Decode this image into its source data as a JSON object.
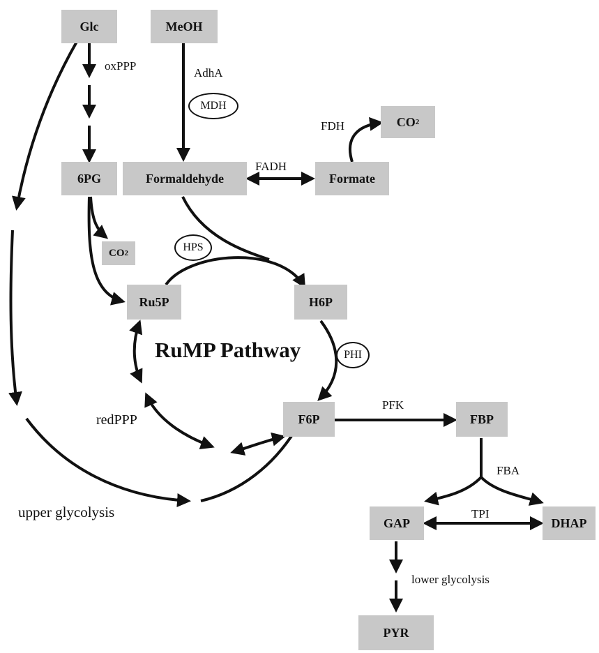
{
  "metabolites": {
    "glc": "Glc",
    "meoh": "MeOH",
    "co2_fdh": "CO",
    "co2_fdh_sub": "2",
    "pg6": "6PG",
    "formaldehyde": "Formaldehyde",
    "formate": "Formate",
    "co2_ox": "CO",
    "co2_ox_sub": "2",
    "ru5p": "Ru5P",
    "h6p": "H6P",
    "f6p": "F6P",
    "fbp": "FBP",
    "gap": "GAP",
    "dhap": "DHAP",
    "pyr": "PYR"
  },
  "enzymes": {
    "oxppp": "oxPPP",
    "adha": "AdhA",
    "mdh": "MDH",
    "fdh": "FDH",
    "fadh": "FADH",
    "hps": "HPS",
    "phi": "PHI",
    "pfk": "PFK",
    "fba": "FBA",
    "tpi": "TPI"
  },
  "pathways": {
    "rump": "RuMP Pathway",
    "redppp": "redPPP",
    "upper_glycolysis": "upper glycolysis",
    "lower_glycolysis": "lower glycolysis"
  },
  "colors": {
    "node_fill": "#c8c8c8",
    "stroke": "#111111"
  }
}
